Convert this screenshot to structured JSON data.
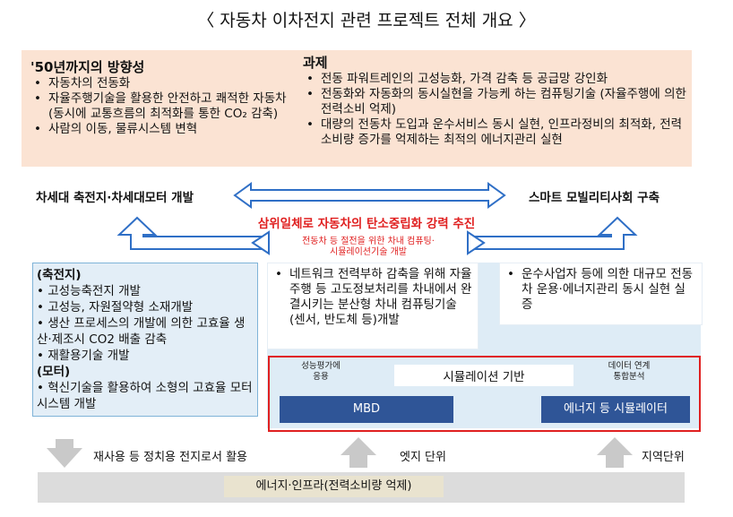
{
  "title": "〈 자동차 이차전지 관련 프로젝트 전체 개요 〉",
  "direction": {
    "heading": "'50년까지의 방향성",
    "items": [
      "자동차의 전동화",
      "자율주행기술을 활용한 안전하고 쾌적한 자동차(동시에 교통흐름의 최적화를 통한 CO₂ 감축)",
      "사람의 이동, 물류시스템 변혁"
    ]
  },
  "tasks": {
    "heading": "과제",
    "items": [
      "전동 파워트레인의 고성능화, 가격 감축 등 공급망 강인화",
      "전동화와 자동화의 동시실현을 가능케 하는 컴퓨팅기술 (자율주행에 의한 전력소비 억제)",
      "대량의 전동차 도입과 운수서비스 동시 실현, 인프라정비의 최적화, 전력소비량 증가를 억제하는 최적의 에너지관리 실현"
    ]
  },
  "left_label": "차세대 축전지·차세대모터 개발",
  "right_label": "스마트 모빌리티사회 구축",
  "center_label": "삼위일체로 자동차의 탄소중립화 강력 추진",
  "center_small": "전동차 등 절전을 위한 차내 컴퓨팅·\n시뮬레이션기술 개발",
  "battery_box": {
    "h1": "(축전지)",
    "lines": [
      "• 고성능축전지 개발",
      "• 고성능, 자원절약형 소재개발",
      "• 생산 프로세스의 개발에 의한 고효율 생산·제조시 CO2 배출 감축",
      "• 재활용기술 개발"
    ],
    "h2": "(모터)",
    "lines2": [
      "• 혁신기술을 활용하여 소형의 고효율 모터시스템 개발"
    ]
  },
  "mid_box": {
    "items": [
      "네트워크 전력부하 감축을 위해 자율주행 등 고도정보처리를 차내에서 완결시키는 분산형 차내 컴퓨팅기술(센서, 반도체 등)개발"
    ]
  },
  "right_box": {
    "items": [
      "운수사업자 등에 의한 대규모 전동차 운용·에너지관리 동시 실현 실증"
    ]
  },
  "sim": {
    "perf": "성능평가에\n응용",
    "base": "시뮬레이션 기반",
    "link": "데이터 연계\n통합분석",
    "mbd": "MBD",
    "energy_sim": "에너지 등 시뮬레이터"
  },
  "footer": {
    "reuse": "재사용 등 정치용 전지로서 활용",
    "edge": "엣지 단위",
    "regional": "지역단위",
    "infra": "에너지·인프라(전력소비량 억제)"
  },
  "colors": {
    "top_box": "#fbe3d3",
    "arrow_blue": "#2f6fc6",
    "dark_blue": "#2f5597",
    "red": "#e02020"
  }
}
